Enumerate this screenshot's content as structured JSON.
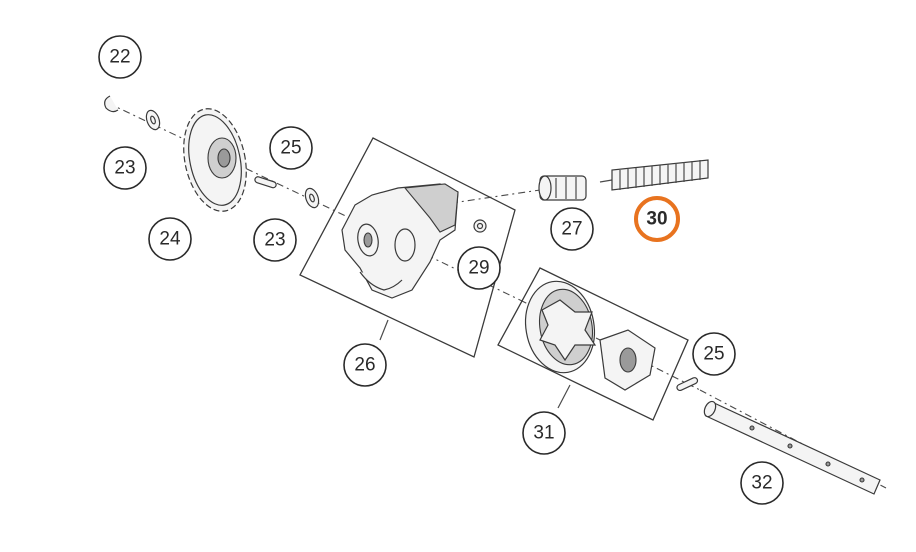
{
  "callouts": [
    {
      "id": "c22",
      "label": "22",
      "highlight": false
    },
    {
      "id": "c23a",
      "label": "23",
      "highlight": false
    },
    {
      "id": "c24",
      "label": "24",
      "highlight": false
    },
    {
      "id": "c25a",
      "label": "25",
      "highlight": false
    },
    {
      "id": "c23b",
      "label": "23",
      "highlight": false
    },
    {
      "id": "c26",
      "label": "26",
      "highlight": false
    },
    {
      "id": "c27",
      "label": "27",
      "highlight": false
    },
    {
      "id": "c29",
      "label": "29",
      "highlight": false
    },
    {
      "id": "c30",
      "label": "30",
      "highlight": true
    },
    {
      "id": "c25b",
      "label": "25",
      "highlight": false
    },
    {
      "id": "c31",
      "label": "31",
      "highlight": false
    },
    {
      "id": "c32",
      "label": "32",
      "highlight": false
    }
  ],
  "colors": {
    "highlight": "#e8731f",
    "outline": "#2a2a2a"
  }
}
